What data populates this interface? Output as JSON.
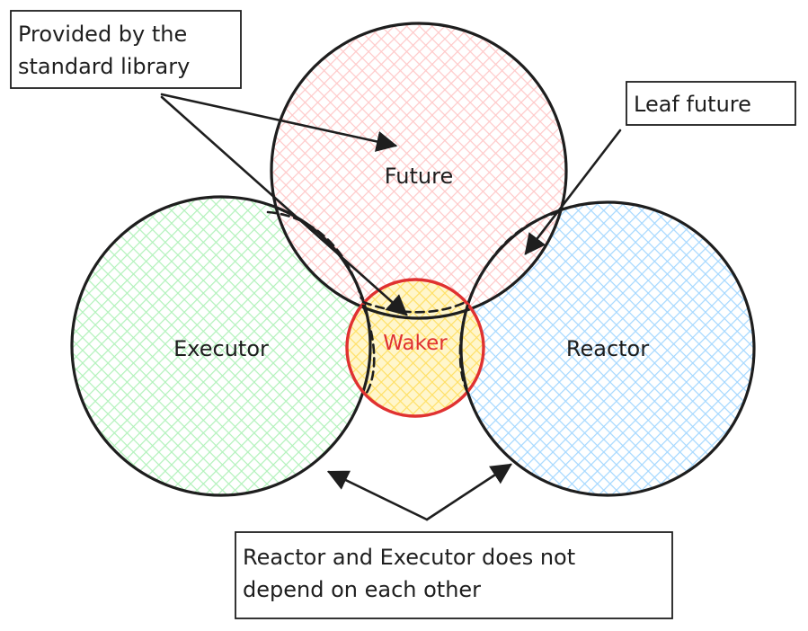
{
  "circles": {
    "future": {
      "label": "Future",
      "color": "#ffc9c9"
    },
    "executor": {
      "label": "Executor",
      "color": "#b2f2bb"
    },
    "reactor": {
      "label": "Reactor",
      "color": "#a5d8ff"
    },
    "waker": {
      "label": "Waker",
      "color": "#ffec99",
      "stroke_color": "#e03131"
    }
  },
  "notes": {
    "standard_library": {
      "line1": "Provided by the",
      "line2": "standard library"
    },
    "leaf_future": {
      "line1": "Leaf future"
    },
    "independence": {
      "line1": "Reactor and Executor does not",
      "line2": "depend on each other"
    }
  },
  "colors": {
    "ink": "#1e1e1e",
    "background": "#ffffff"
  }
}
